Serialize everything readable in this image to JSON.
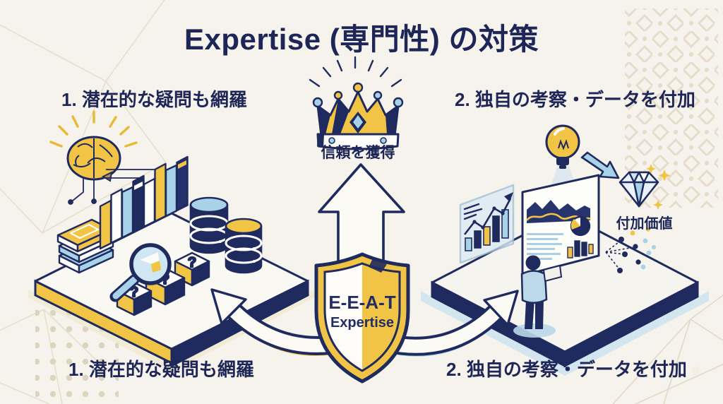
{
  "title": "Expertise (専門性) の対策",
  "center": {
    "crown_caption": "信頼を獲得",
    "shield": {
      "line1": "E-E-A-T",
      "line2": "Expertise"
    }
  },
  "left_section": {
    "top_label": "1. 潜在的な疑問も網羅",
    "bottom_label": "1. 潜在的な疑問も網羅",
    "question_mark": "?"
  },
  "right_section": {
    "top_label": "2. 独自の考察・データを付加",
    "bottom_label": "2. 独自の考察・データを付加",
    "value_label": "付加価値"
  },
  "icons": [
    "crown-icon",
    "brain-icon",
    "books-row-icon",
    "book-stack-icon",
    "database-icon",
    "magnifier-icon",
    "question-cube-icon",
    "shield-icon",
    "up-arrow-icon",
    "curved-arrow-left-icon",
    "curved-arrow-right-icon",
    "lightbulb-icon",
    "diamond-icon",
    "sparkle-icon",
    "person-figure",
    "chart-panel-icon",
    "scatter-dots-icon"
  ],
  "colors": {
    "background": "#f6f3ec",
    "navy": "#1f2a5e",
    "yellow": "#f2c445",
    "light_blue": "#a8d2e8",
    "pale_blue": "#cfe4f0",
    "beige_pattern": "#e0d8c4"
  }
}
